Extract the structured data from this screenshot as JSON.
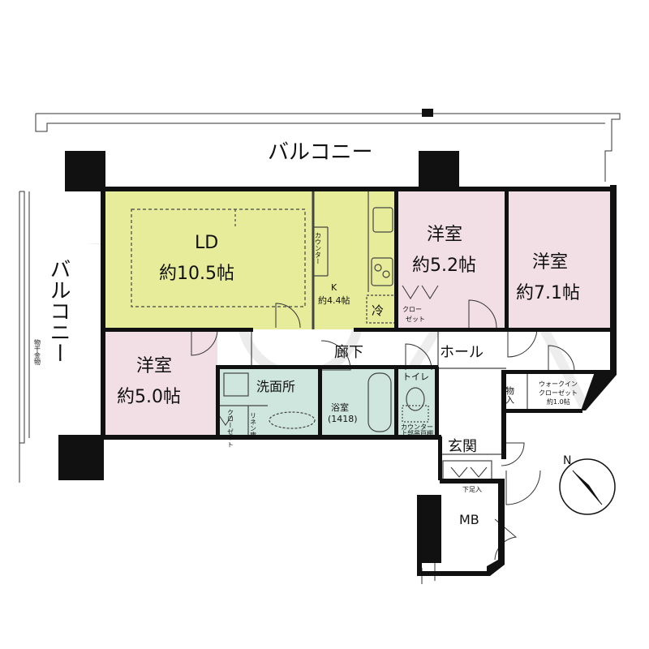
{
  "plan": {
    "balcony_top": "バルコニー",
    "balcony_left": "バルコニー",
    "drying_rack": "物干金物",
    "ld": {
      "name": "LD",
      "size": "約10.5帖"
    },
    "counter": "カウンター",
    "kitchen": {
      "name": "K",
      "size": "約4.4帖"
    },
    "fridge": "冷",
    "room_52": {
      "name": "洋室",
      "size": "約5.2帖"
    },
    "room_71": {
      "name": "洋室",
      "size": "約7.1帖"
    },
    "room_50": {
      "name": "洋室",
      "size": "約5.0帖"
    },
    "closet": "クローゼット",
    "closet_a": "クロー",
    "closet_b": "ゼット",
    "corridor": "廊下",
    "hall": "ホール",
    "storage": "物入",
    "walkin_1": "ウォークイン",
    "walkin_2": "クローゼット",
    "walkin_3": "約1.0帖",
    "washroom": "洗面所",
    "linen": "リネン庫",
    "bath": {
      "name": "浴室",
      "spec": "(1418)"
    },
    "toilet": "トイレ",
    "toilet_counter_1": "カウンター",
    "toilet_counter_2": "上部吊戸棚",
    "entrance": "玄関",
    "shoe_storage": "下足入",
    "mb": "MB",
    "north": "N"
  },
  "colors": {
    "ld": "#e6ec9a",
    "bedroom": "#f2dfe6",
    "wet": "#cfe6de",
    "wall": "#111111"
  }
}
